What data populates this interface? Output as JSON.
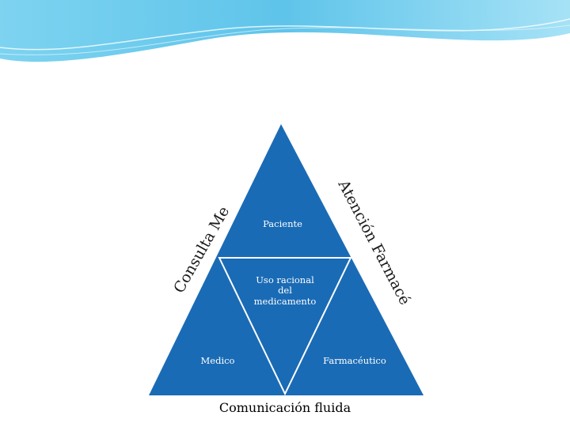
{
  "slide": {
    "header_color": "#5fc4ea",
    "header_color_light": "#c3ecfa"
  },
  "diagram": {
    "fill_color": "#1a6bb5",
    "line_color": "#ffffff",
    "left_side_label": "Consulta Medica",
    "right_side_label": "Atención Farmacéutica",
    "center_top": "Paciente",
    "center_middle": [
      "Uso racional",
      "del",
      "medicamento"
    ],
    "bottom_left": "Medico",
    "bottom_right": "Farmacéutico",
    "bottom_caption": "Comunicación fluida"
  }
}
